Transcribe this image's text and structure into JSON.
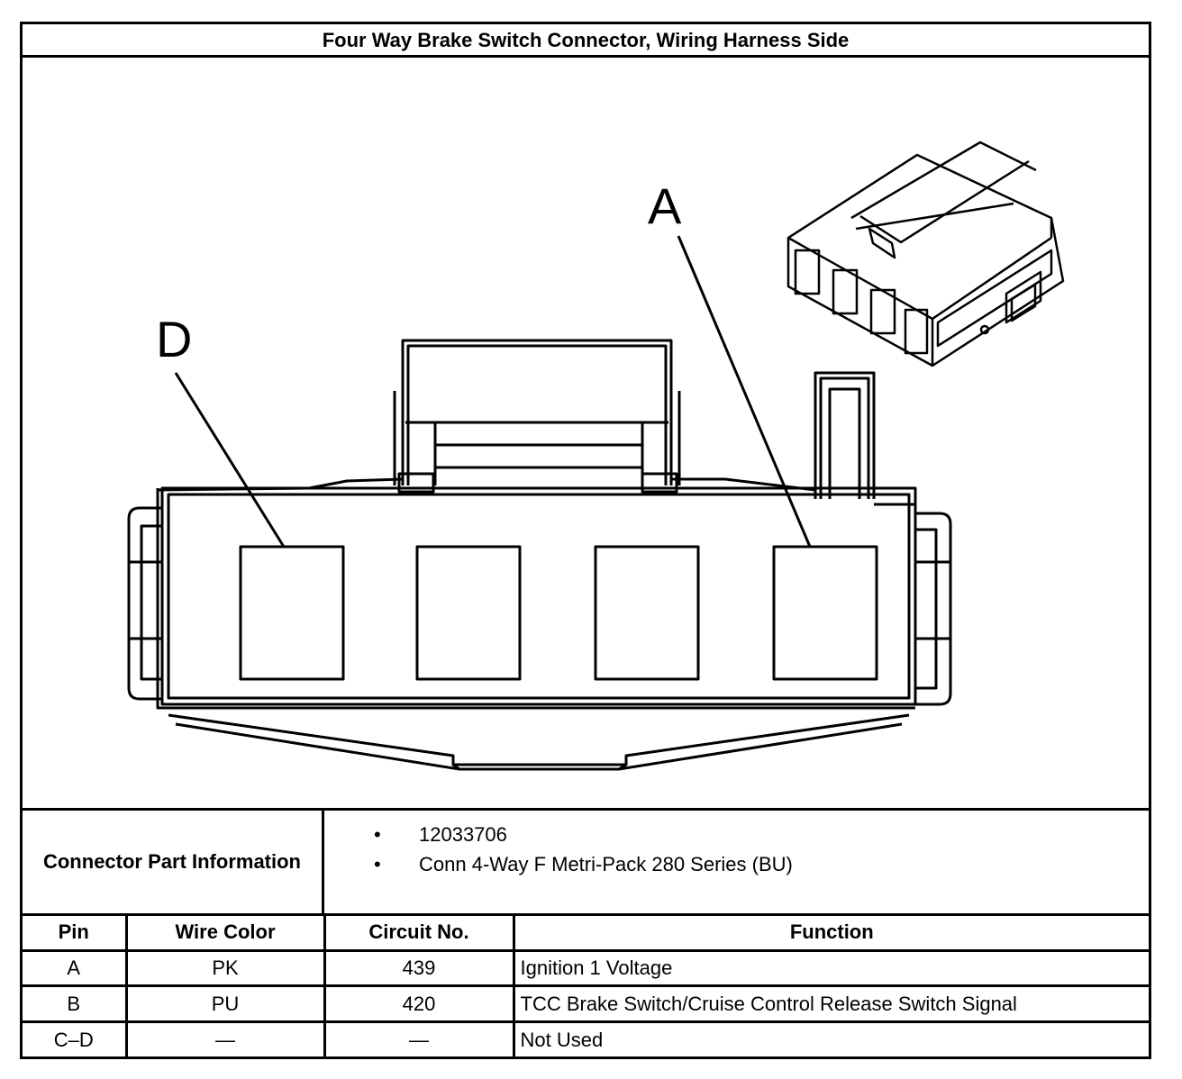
{
  "title": "Four Way Brake Switch Connector, Wiring Harness Side",
  "diagram": {
    "callout_left": "D",
    "callout_right": "A"
  },
  "part_info": {
    "label": "Connector Part Information",
    "bullet_glyph": "•",
    "items": [
      "12033706",
      "Conn 4-Way F Metri-Pack 280 Series (BU)"
    ]
  },
  "pin_table": {
    "headers": [
      "Pin",
      "Wire Color",
      "Circuit No.",
      "Function"
    ],
    "rows": [
      [
        "A",
        "PK",
        "439",
        "Ignition 1 Voltage"
      ],
      [
        "B",
        "PU",
        "420",
        "TCC Brake Switch/Cruise Control Release Switch Signal"
      ],
      [
        "C–D",
        "—",
        "—",
        "Not Used"
      ]
    ]
  }
}
